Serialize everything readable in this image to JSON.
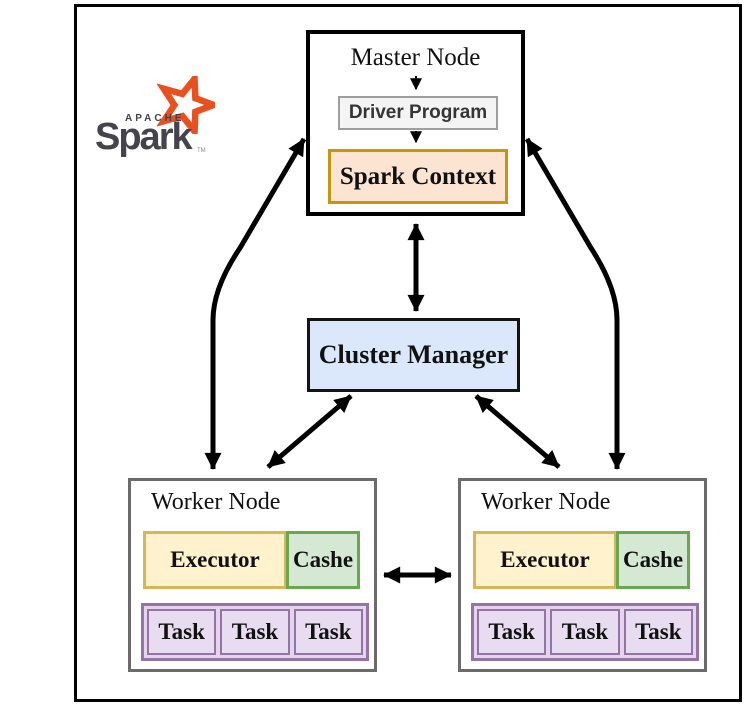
{
  "logo": {
    "apache": "APACHE",
    "spark": "Spark",
    "tm": "TM"
  },
  "master_node": {
    "title": "Master Node",
    "driver_program": "Driver Program",
    "spark_context": "Spark Context"
  },
  "cluster_manager": {
    "label": "Cluster Manager"
  },
  "worker_left": {
    "title": "Worker Node",
    "executor": "Executor",
    "cache": "Cashe",
    "tasks": [
      "Task",
      "Task",
      "Task"
    ]
  },
  "worker_right": {
    "title": "Worker Node",
    "executor": "Executor",
    "cache": "Cashe",
    "tasks": [
      "Task",
      "Task",
      "Task"
    ]
  },
  "colors": {
    "spark-context-fill": "#FBE5D2",
    "spark-context-border": "#C8960C",
    "driver-fill": "#F4F4F4",
    "driver-border": "#9E9E9E",
    "cluster-fill": "#DBE8FB",
    "cluster-border": "#141414",
    "executor-fill": "#FFF2CC",
    "executor-border": "#D6B656",
    "cache-fill": "#D5E8D4",
    "cache-border": "#6AA84F",
    "task-fill": "#E7DCF0",
    "task-row-fill": "#E3D5EC",
    "task-border": "#9673A6",
    "worker-border": "#6B6B6B",
    "logo-orange": "#E8501F",
    "logo-gray": "#45444C",
    "arrow": "#000000"
  }
}
